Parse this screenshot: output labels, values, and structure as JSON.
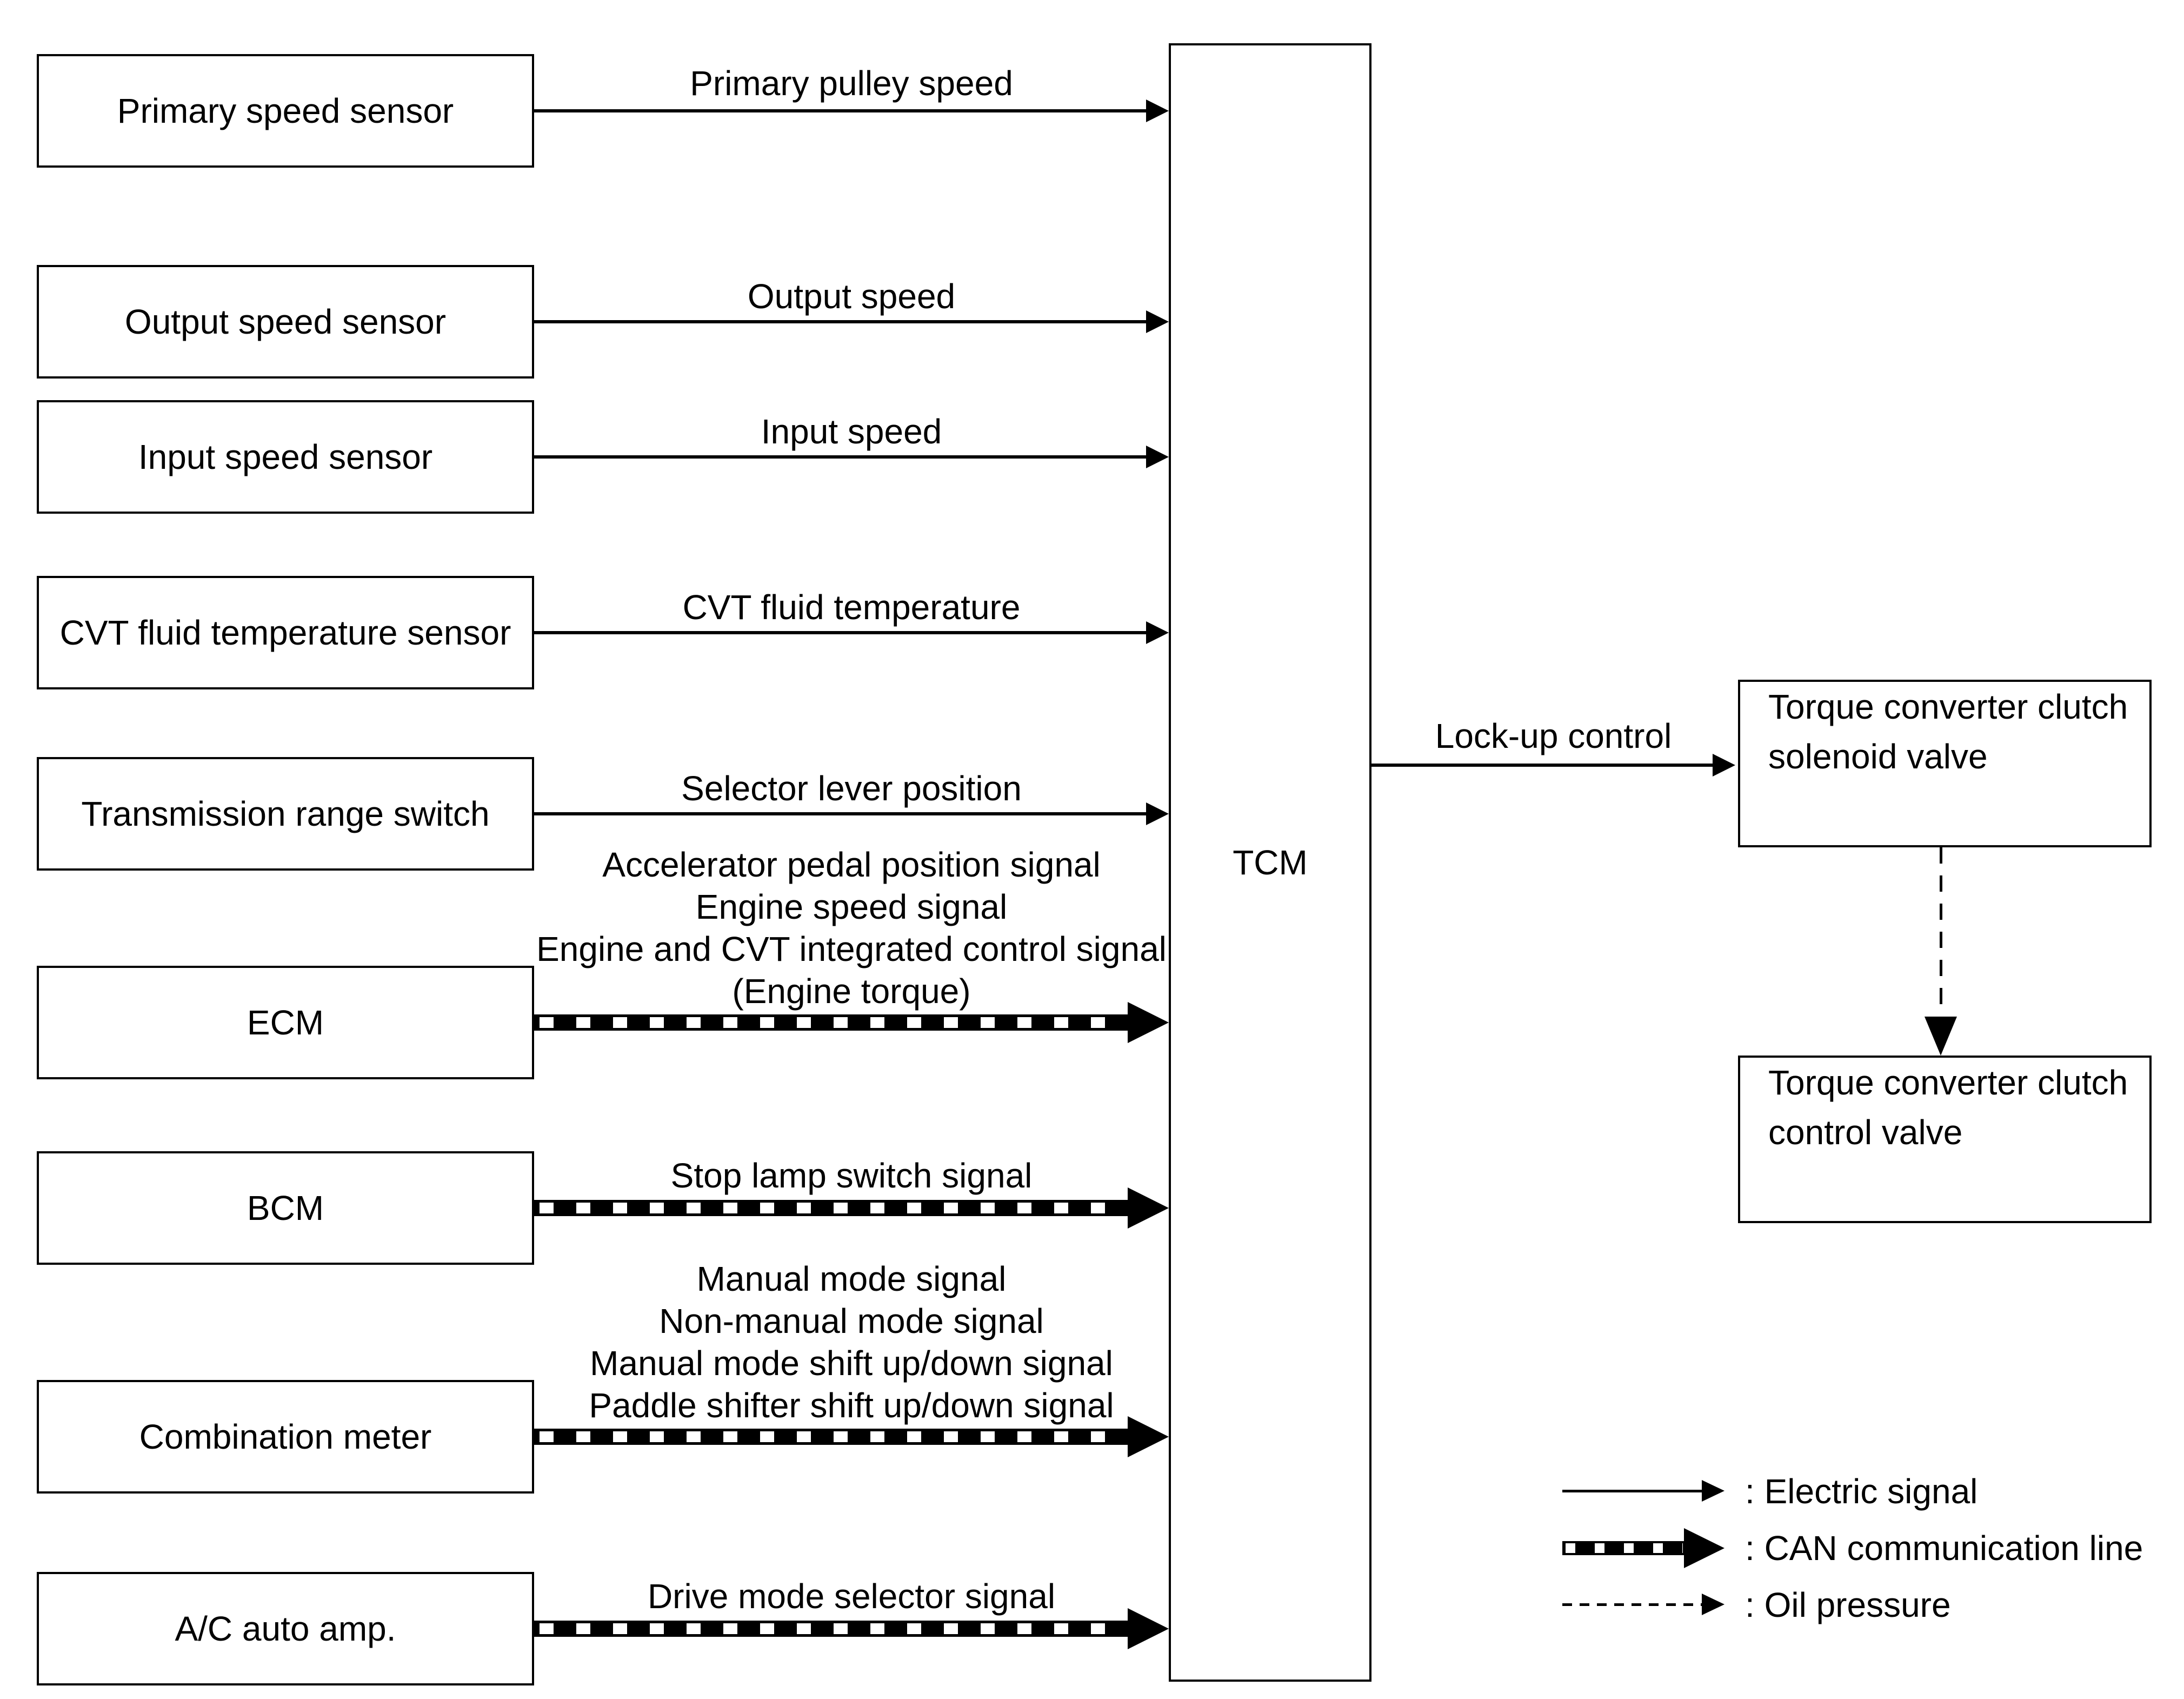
{
  "colors": {
    "ink": "#000000",
    "paper": "#ffffff"
  },
  "tcm": {
    "label": "TCM"
  },
  "rows": [
    {
      "source": "Primary speed sensor",
      "type": "electric",
      "signals": [
        "Primary pulley speed"
      ]
    },
    {
      "source": "Output speed sensor",
      "type": "electric",
      "signals": [
        "Output speed"
      ]
    },
    {
      "source": "Input speed sensor",
      "type": "electric",
      "signals": [
        "Input speed"
      ]
    },
    {
      "source": "CVT fluid temperature sensor",
      "type": "electric",
      "signals": [
        "CVT fluid temperature"
      ]
    },
    {
      "source": "Transmission range switch",
      "type": "electric",
      "signals": [
        "Selector lever position"
      ]
    },
    {
      "source": "ECM",
      "type": "can",
      "signals": [
        "Accelerator pedal position signal",
        "Engine speed signal",
        "Engine and CVT integrated control signal",
        "(Engine torque)"
      ]
    },
    {
      "source": "BCM",
      "type": "can",
      "signals": [
        "Stop lamp switch signal"
      ]
    },
    {
      "source": "Combination meter",
      "type": "can",
      "signals": [
        "Manual mode signal",
        "Non-manual mode signal",
        "Manual mode shift up/down signal",
        "Paddle shifter shift up/down signal"
      ]
    },
    {
      "source": "A/C auto amp.",
      "type": "can",
      "signals": [
        "Drive mode selector signal"
      ]
    }
  ],
  "output": {
    "label": "Lock-up control",
    "solenoid_valve": {
      "line1": "Torque converter clutch",
      "line2": "solenoid valve"
    },
    "control_valve": {
      "line1": "Torque converter clutch",
      "line2": "control valve"
    }
  },
  "legend": {
    "electric": ": Electric signal",
    "can": ": CAN communication line",
    "oil": ": Oil pressure"
  }
}
